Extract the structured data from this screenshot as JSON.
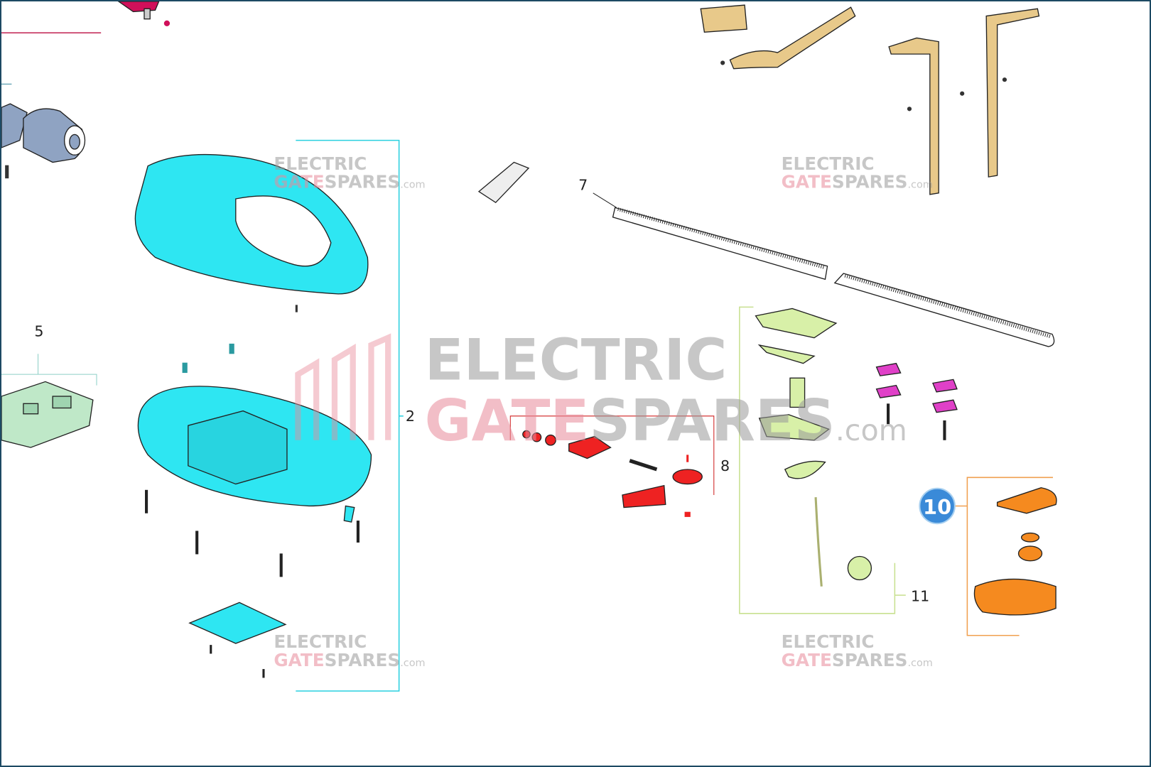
{
  "diagram": {
    "callouts": {
      "c2": "2",
      "c5": "5",
      "c7": "7",
      "c8": "8",
      "c10": "10",
      "c11": "11"
    },
    "watermark": {
      "line1": "ELECTRIC",
      "line2a": "GATE",
      "line2b": "SPARES",
      "suffix": ".com"
    },
    "colors": {
      "cover": "#2ee6f2",
      "bracket": "#e8c98a",
      "belt": "#ffffff",
      "drive": "#ee2222",
      "carriage": "#d8f0a8",
      "clip": "#e040c8",
      "pulley": "#f58a1f",
      "motor": "#8fa3c2",
      "board": "#bfe8c8",
      "badge": "#3a8ad8"
    }
  }
}
